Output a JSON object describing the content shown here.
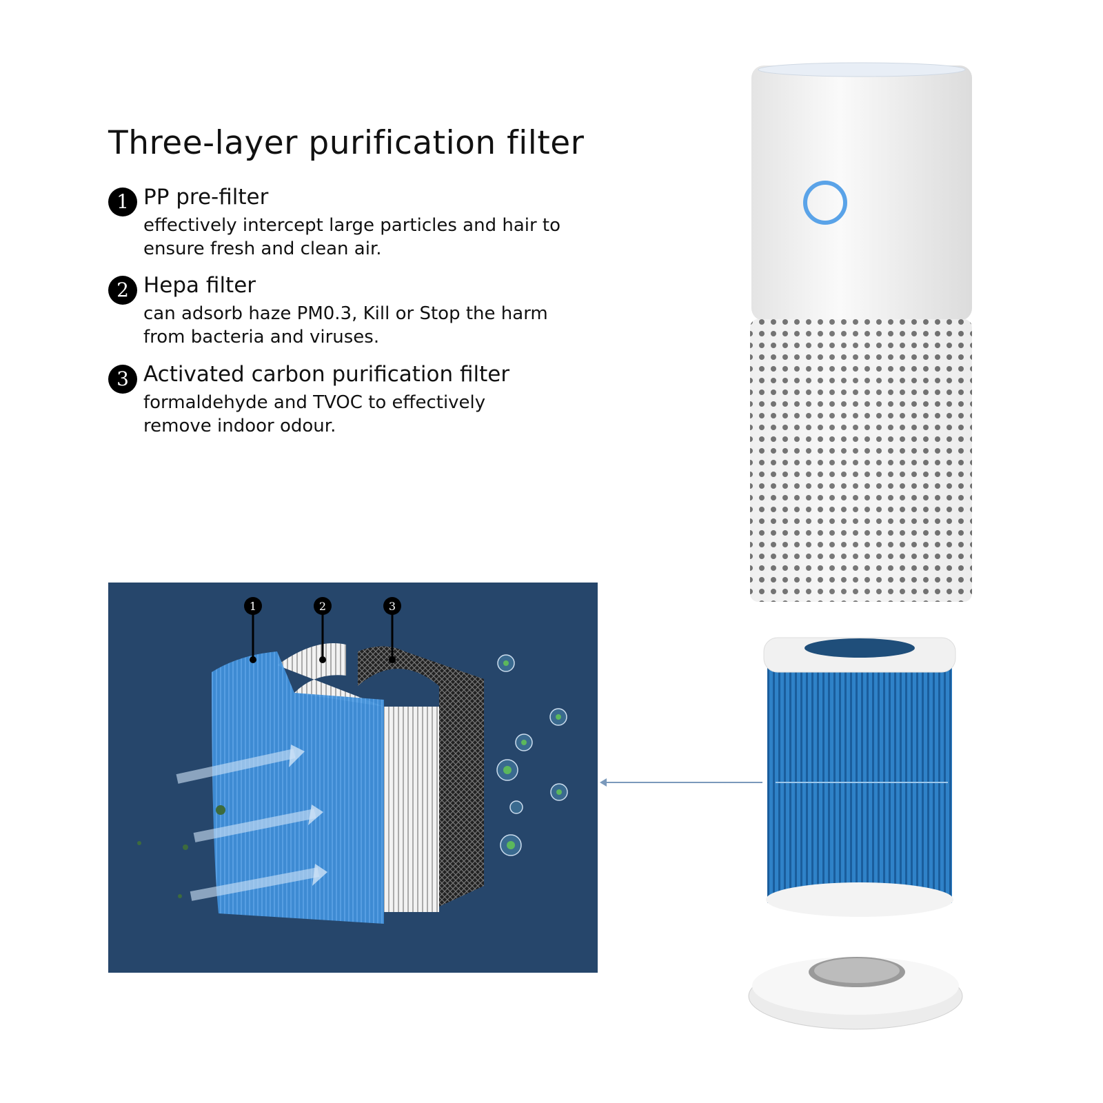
{
  "title": "Three-layer purification filter",
  "items": [
    {
      "number": "1",
      "heading": "PP pre-filter",
      "lines": [
        "effectively intercept large particles and hair to",
        "ensure fresh and clean air."
      ]
    },
    {
      "number": "2",
      "heading": "Hepa filter",
      "lines": [
        "can adsorb haze PM0.3, Kill or Stop the harm",
        "from bacteria and viruses."
      ]
    },
    {
      "number": "3",
      "heading": "Activated carbon purification filter",
      "lines": [
        "formaldehyde and TVOC to effectively",
        "remove indoor odour."
      ]
    }
  ],
  "diagram": {
    "markers": [
      "1",
      "2",
      "3"
    ],
    "background_color": "#26466b",
    "filter_blue": "#3f8fd8",
    "accent_blue": "#5aa3e8"
  }
}
